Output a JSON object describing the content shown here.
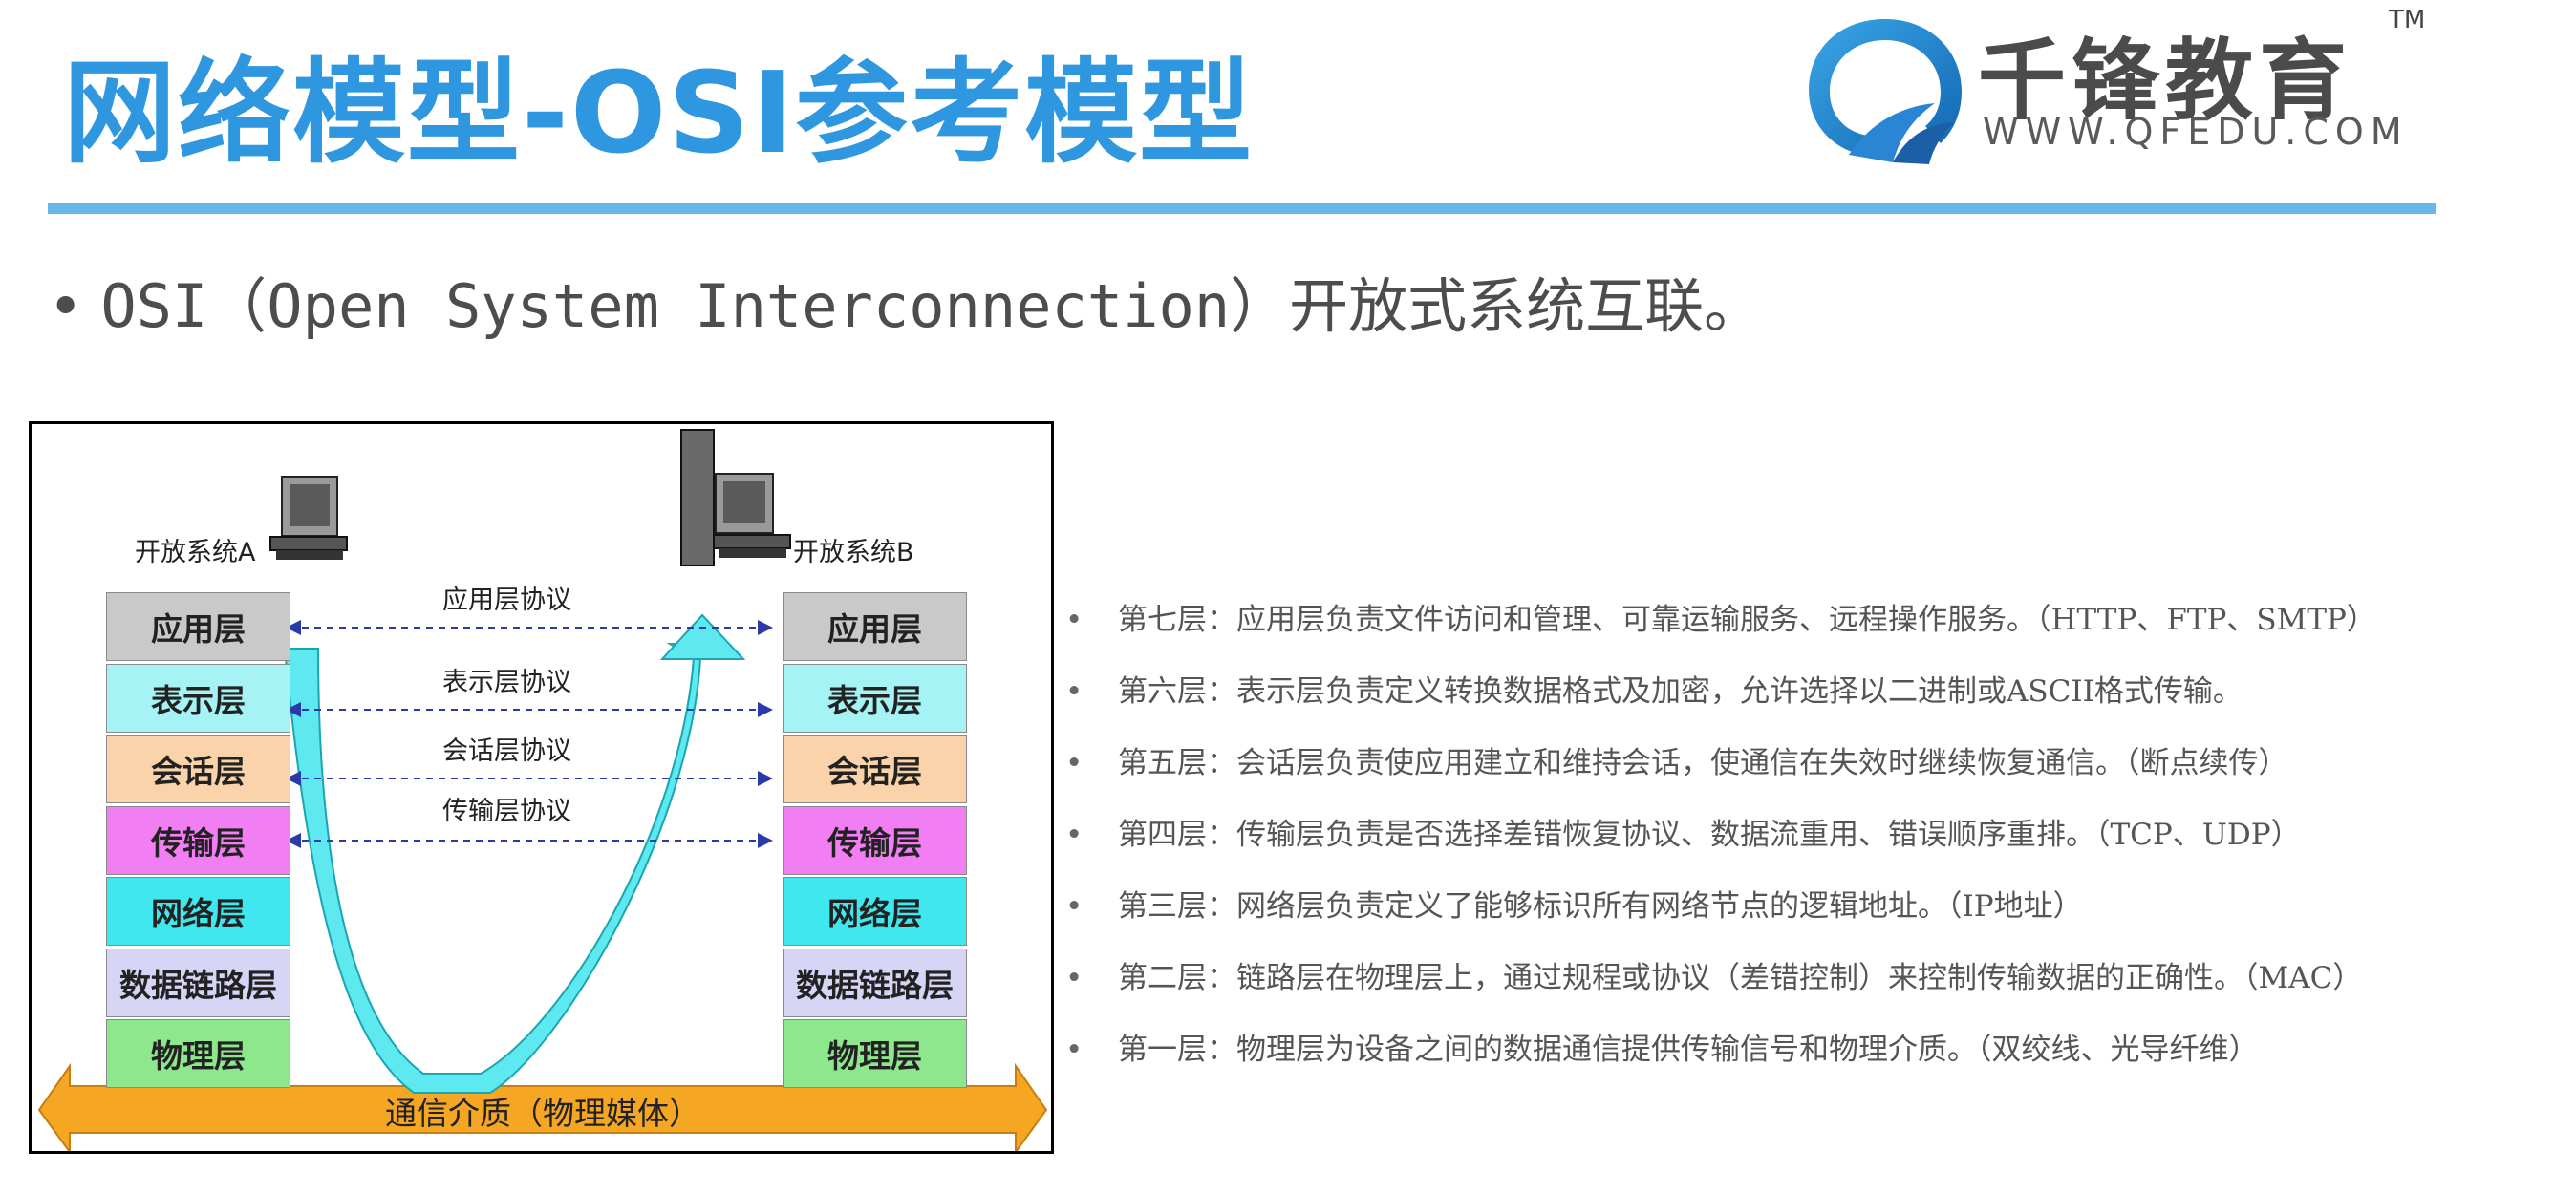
{
  "header": {
    "title": "网络模型-OSI参考模型",
    "logo": {
      "name": "千锋教育",
      "url": "WWW.QFEDU.COM",
      "tm": "TM",
      "icon": "qfedu-logo-icon"
    },
    "accent_color": "#2f97e0",
    "rule_color": "#69b7ea"
  },
  "intro": {
    "bullet": "•",
    "text": "OSI（Open System Interconnection）开放式系统互联。"
  },
  "diagram": {
    "system_a_label": "开放系统A",
    "system_b_label": "开放系统B",
    "layers": [
      {
        "name": "应用层",
        "color": "#c9c9c9"
      },
      {
        "name": "表示层",
        "color": "#a6f3f5"
      },
      {
        "name": "会话层",
        "color": "#fad3aa"
      },
      {
        "name": "传输层",
        "color": "#f17ef3"
      },
      {
        "name": "网络层",
        "color": "#3fe8ee"
      },
      {
        "name": "数据链路层",
        "color": "#d7d5f5"
      },
      {
        "name": "物理层",
        "color": "#8de78d"
      }
    ],
    "protocols": [
      "应用层协议",
      "表示层协议",
      "会话层协议",
      "传输层协议"
    ],
    "medium_label": "通信介质（物理媒体）",
    "arrow_color": "#5ee8f0",
    "medium_color": "#f5a623"
  },
  "descriptions": [
    "第七层：应用层负责文件访问和管理、可靠运输服务、远程操作服务。（HTTP、FTP、SMTP）",
    "第六层：表示层负责定义转换数据格式及加密，允许选择以二进制或ASCII格式传输。",
    "第五层：会话层负责使应用建立和维持会话，使通信在失效时继续恢复通信。（断点续传）",
    "第四层：传输层负责是否选择差错恢复协议、数据流重用、错误顺序重排。（TCP、UDP）",
    "第三层：网络层负责定义了能够标识所有网络节点的逻辑地址。（IP地址）",
    "第二层：链路层在物理层上，通过规程或协议（差错控制）来控制传输数据的正确性。（MAC）",
    "第一层：物理层为设备之间的数据通信提供传输信号和物理介质。（双绞线、光导纤维）"
  ],
  "description_bullet": "•"
}
